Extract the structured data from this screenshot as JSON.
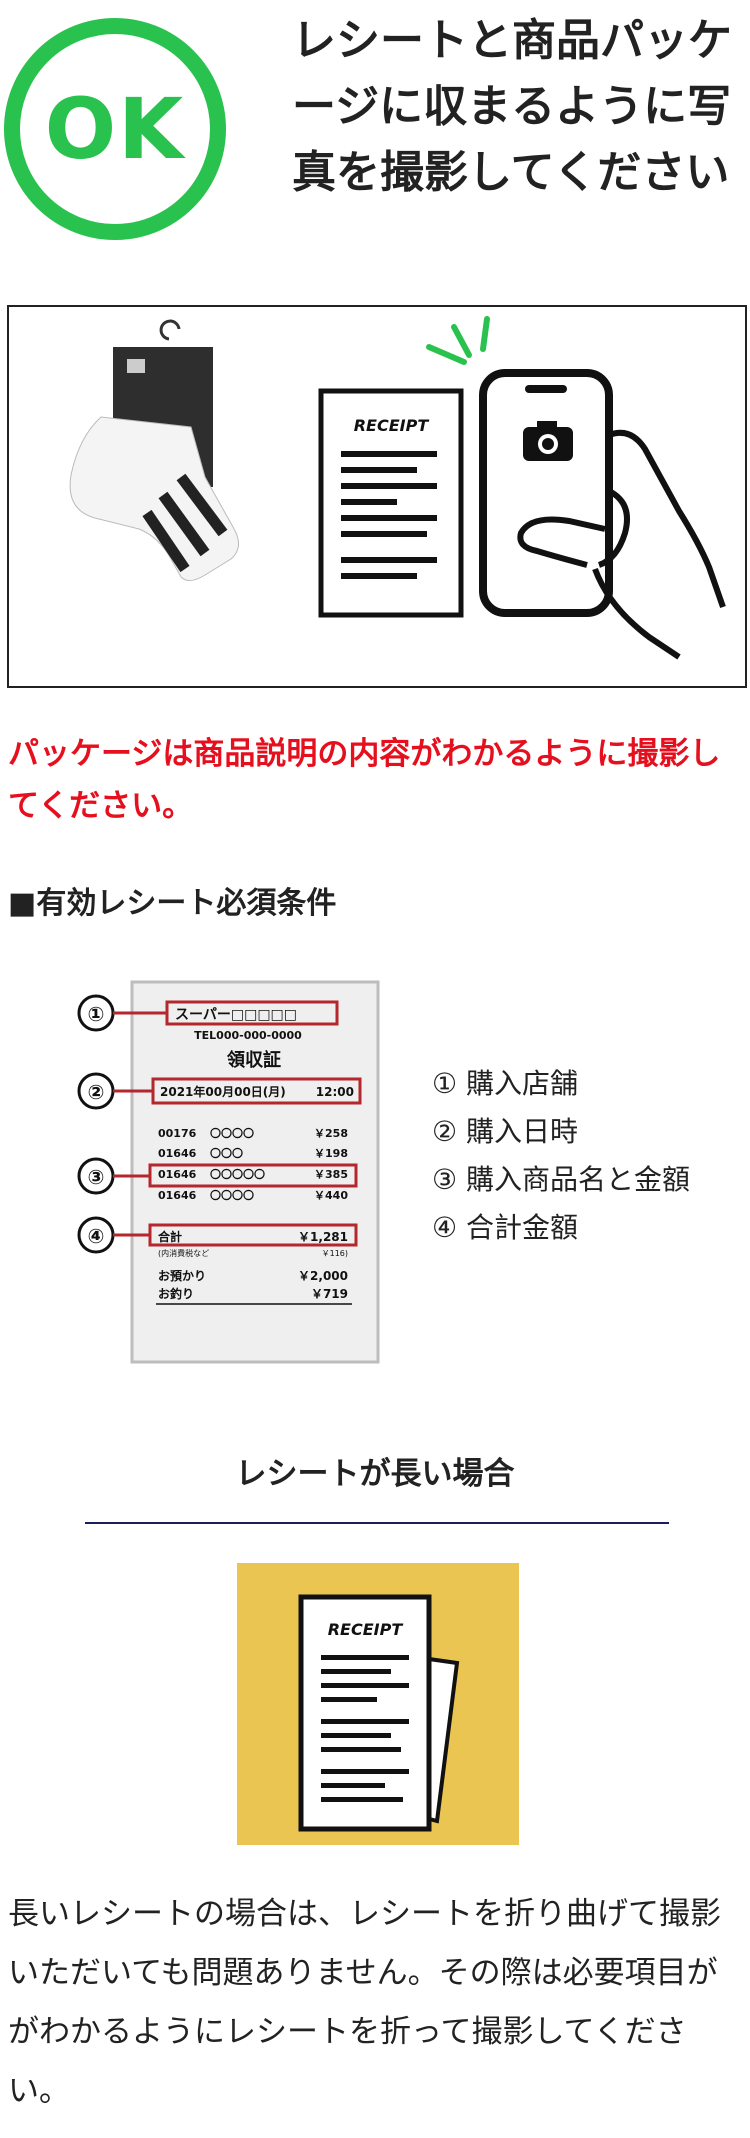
{
  "ok_badge": "OK",
  "ok_title": "レシートと商品パッケージに収まるように写真を撮影してください",
  "illustration": {
    "receipt_label": "RECEIPT",
    "icons": [
      "socks-package",
      "receipt",
      "smartphone-camera",
      "hand"
    ]
  },
  "red_note": "パッケージは商品説明の内容がわかるように撮影してください。",
  "section_heading": "■有効レシート必須条件",
  "receipt_sample": {
    "store": "スーパー□□□□□",
    "tel": "TEL000-000-0000",
    "title": "領収証",
    "datetime_date": "2021年00月00日(月)",
    "datetime_time": "12:00",
    "items": [
      {
        "code": "00176",
        "name": "〇〇〇〇",
        "price": "￥258"
      },
      {
        "code": "01646",
        "name": "〇〇〇",
        "price": "￥198"
      },
      {
        "code": "01646",
        "name": "〇〇〇〇〇",
        "price": "￥385"
      },
      {
        "code": "01646",
        "name": "〇〇〇〇",
        "price": "￥440"
      }
    ],
    "total_label": "合計",
    "total_value": "￥1,281",
    "tax_label": "(内消費税など",
    "tax_value": "￥116)",
    "deposit_label": "お預かり",
    "deposit_value": "￥2,000",
    "change_label": "お釣り",
    "change_value": "￥719",
    "markers": [
      "①",
      "②",
      "③",
      "④"
    ]
  },
  "conditions": [
    "① 購入店舗",
    "② 購入日時",
    "③ 購入商品名と金額",
    "④ 合計金額"
  ],
  "long_receipt_heading": "レシートが長い場合",
  "long_receipt_label": "RECEIPT",
  "body_text": "長いレシートの場合は、レシートを折り曲げて撮影いただいても問題ありません。その際は必要項目ががわかるようにレシートを折って撮影してください。",
  "colors": {
    "ok_green": "#2ac24f",
    "warning_red": "#e60f1e",
    "marker_red": "#b3272d",
    "divider_navy": "#1b1e5e",
    "yellow": "#ebc552"
  }
}
